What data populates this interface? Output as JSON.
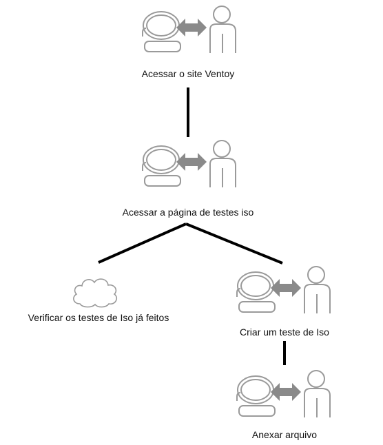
{
  "diagram": {
    "nodes": [
      {
        "id": "acessar-site",
        "label": "Acessar o site Ventoy",
        "icon": "computer-user-icon"
      },
      {
        "id": "acessar-pagina",
        "label": "Acessar a página de testes iso",
        "icon": "computer-user-icon"
      },
      {
        "id": "verificar-testes",
        "label": "Verificar os testes de Iso já feitos",
        "icon": "cloud-icon"
      },
      {
        "id": "criar-teste",
        "label": "Criar um teste de Iso",
        "icon": "computer-user-icon"
      },
      {
        "id": "anexar-arquivo",
        "label": "Anexar arquivo",
        "icon": "computer-user-icon"
      }
    ],
    "edges": [
      {
        "from": "acessar-site",
        "to": "acessar-pagina"
      },
      {
        "from": "acessar-pagina",
        "to": "verificar-testes"
      },
      {
        "from": "acessar-pagina",
        "to": "criar-teste"
      },
      {
        "from": "criar-teste",
        "to": "anexar-arquivo"
      }
    ],
    "colors": {
      "icon_stroke": "#9a9a9a",
      "arrow_fill": "#8a8a8a",
      "connector": "#000000",
      "text": "#111111"
    }
  }
}
